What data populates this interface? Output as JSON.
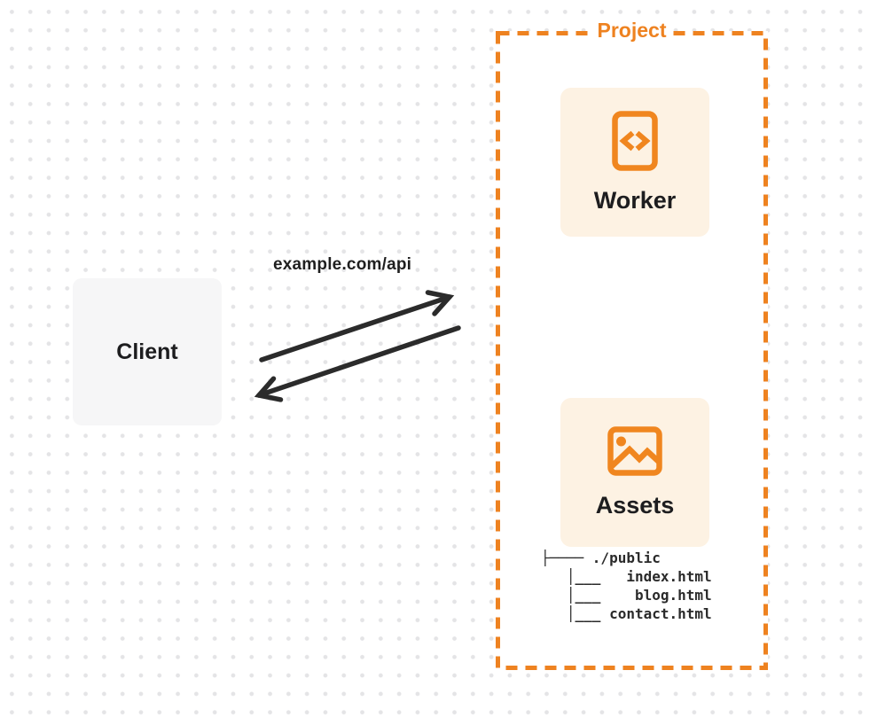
{
  "colors": {
    "accent_orange": "#ee8220",
    "card_background": "#fdf2e3",
    "client_background": "#f6f6f7",
    "ink": "#1d1d1f",
    "arrow": "#2b2b2b",
    "dot_grid": "#e4e4e6"
  },
  "client": {
    "label": "Client"
  },
  "request": {
    "label": "example.com/api"
  },
  "project": {
    "label": "Project",
    "worker": {
      "label": "Worker",
      "icon": "code-document-icon"
    },
    "assets": {
      "label": "Assets",
      "icon": "image-icon"
    },
    "file_tree": {
      "lines": [
        "├──── ./public",
        "   │___   index.html",
        "   │___    blog.html",
        "   │___ contact.html"
      ],
      "folder": "./public",
      "files": [
        "index.html",
        "blog.html",
        "contact.html"
      ]
    }
  }
}
